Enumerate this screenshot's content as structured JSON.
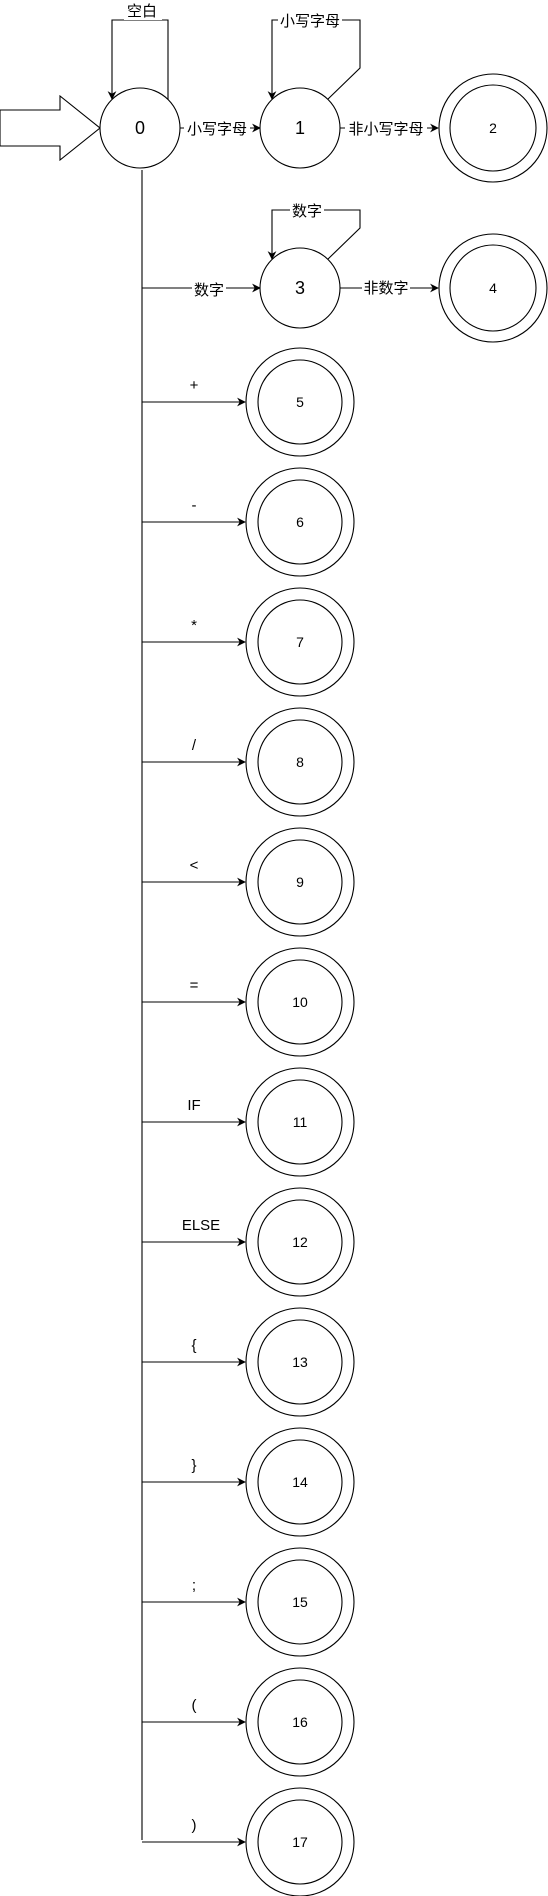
{
  "diagram": {
    "nodes": [
      {
        "id": "0",
        "label": "0",
        "final": false
      },
      {
        "id": "1",
        "label": "1",
        "final": false
      },
      {
        "id": "2",
        "label": "2",
        "final": true
      },
      {
        "id": "3",
        "label": "3",
        "final": false
      },
      {
        "id": "4",
        "label": "4",
        "final": true
      },
      {
        "id": "5",
        "label": "5",
        "final": true
      },
      {
        "id": "6",
        "label": "6",
        "final": true
      },
      {
        "id": "7",
        "label": "7",
        "final": true
      },
      {
        "id": "8",
        "label": "8",
        "final": true
      },
      {
        "id": "9",
        "label": "9",
        "final": true
      },
      {
        "id": "10",
        "label": "10",
        "final": true
      },
      {
        "id": "11",
        "label": "11",
        "final": true
      },
      {
        "id": "12",
        "label": "12",
        "final": true
      },
      {
        "id": "13",
        "label": "13",
        "final": true
      },
      {
        "id": "14",
        "label": "14",
        "final": true
      },
      {
        "id": "15",
        "label": "15",
        "final": true
      },
      {
        "id": "16",
        "label": "16",
        "final": true
      },
      {
        "id": "17",
        "label": "17",
        "final": true
      }
    ],
    "edges": {
      "loop0": "空白",
      "e0_1": "小写字母",
      "loop1": "小写字母",
      "e1_2": "非小写字母",
      "e0_3": "数字",
      "loop3": "数字",
      "e3_4": "非数字",
      "branches": [
        {
          "to": "5",
          "label": "+"
        },
        {
          "to": "6",
          "label": "-"
        },
        {
          "to": "7",
          "label": "*"
        },
        {
          "to": "8",
          "label": "/"
        },
        {
          "to": "9",
          "label": "<"
        },
        {
          "to": "10",
          "label": "="
        },
        {
          "to": "11",
          "label": "IF"
        },
        {
          "to": "12",
          "label": "ELSE"
        },
        {
          "to": "13",
          "label": "{"
        },
        {
          "to": "14",
          "label": "}"
        },
        {
          "to": "15",
          "label": ";"
        },
        {
          "to": "16",
          "label": "("
        },
        {
          "to": "17",
          "label": ")"
        }
      ]
    }
  }
}
